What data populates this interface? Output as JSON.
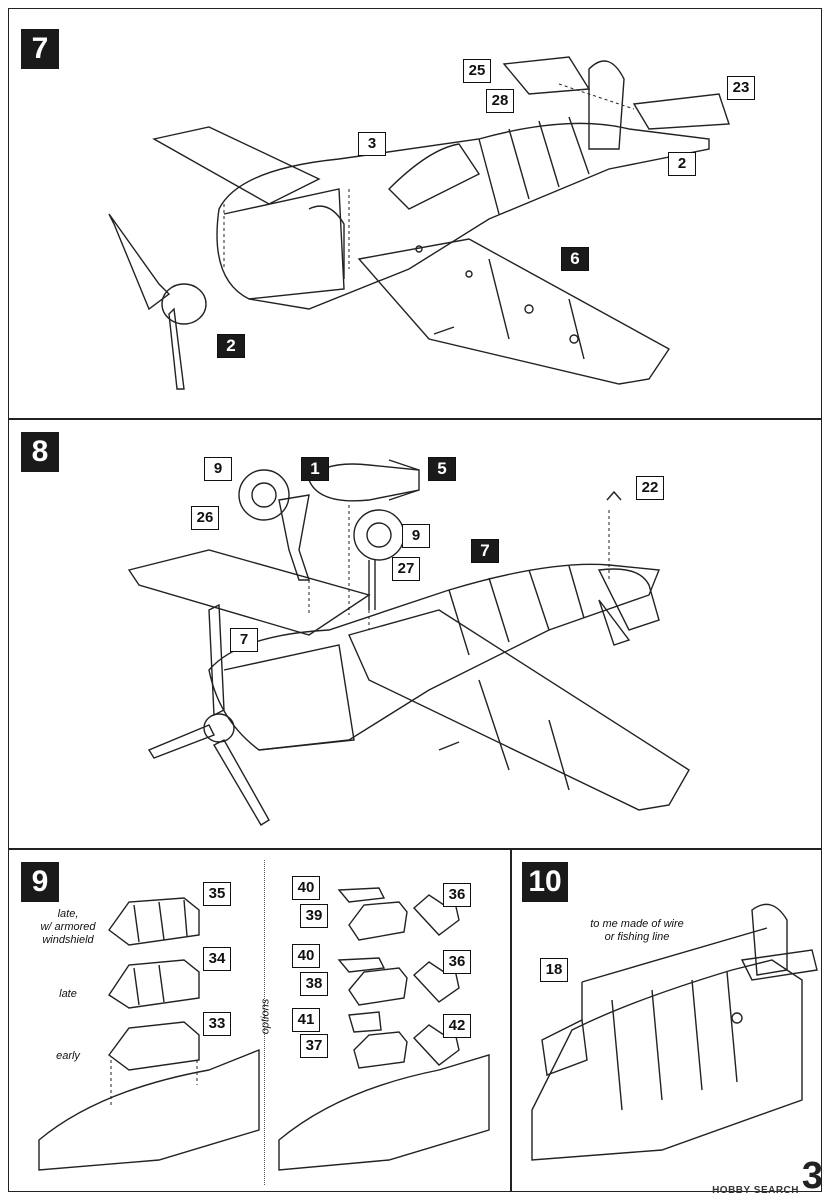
{
  "steps": {
    "s7": {
      "num": "7",
      "parts": [
        "25",
        "28",
        "23",
        "3",
        "2",
        "6",
        "2"
      ]
    },
    "s8": {
      "num": "8",
      "parts": [
        "9",
        "1",
        "5",
        "22",
        "26",
        "9",
        "27",
        "7",
        "7"
      ]
    },
    "s9": {
      "num": "9",
      "left": {
        "parts": [
          "35",
          "34",
          "33"
        ],
        "labels": [
          "late,\nw/ armored\nwindshield",
          "late",
          "early"
        ]
      },
      "options_label": "options",
      "right": {
        "parts": [
          "40",
          "39",
          "36",
          "40",
          "38",
          "36",
          "41",
          "37",
          "42"
        ]
      }
    },
    "s10": {
      "num": "10",
      "part": "18",
      "note": "to me made of wire\nor fishing line"
    }
  },
  "footer": {
    "brand": "HOBBY SEARCH",
    "page": "3"
  },
  "colors": {
    "badge": "#1a1a1a",
    "line": "#222222"
  }
}
